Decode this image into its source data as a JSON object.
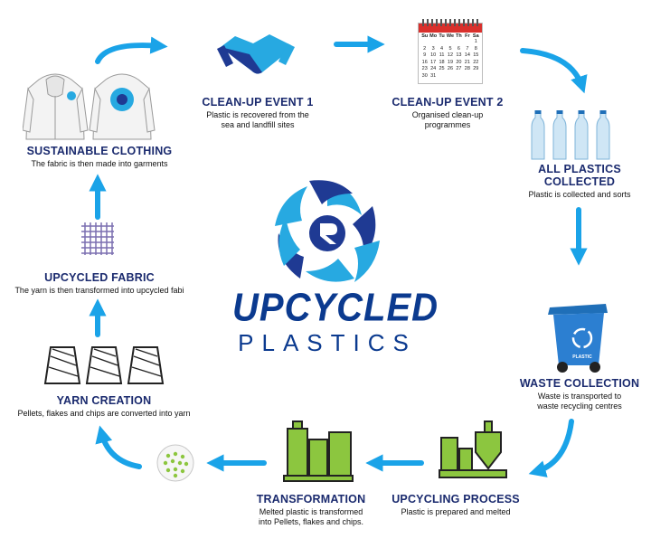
{
  "logo": {
    "word1": "UPCYCLED",
    "word2": "PLASTICS"
  },
  "calendar": {
    "days": [
      "Su",
      "Mo",
      "Tu",
      "We",
      "Th",
      "Fr",
      "Sa"
    ],
    "dates": [
      "1",
      "2",
      "3",
      "4",
      "5",
      "6",
      "7",
      "8",
      "9",
      "10",
      "11",
      "12",
      "13",
      "14",
      "15",
      "16",
      "17",
      "18",
      "19",
      "20",
      "21",
      "22",
      "23",
      "24",
      "25",
      "26",
      "27",
      "28",
      "29",
      "30",
      "31"
    ]
  },
  "bin": {
    "label": "PLASTIC"
  },
  "steps": {
    "cleanup1": {
      "title": "CLEAN-UP EVENT 1",
      "desc_lines": [
        "Plastic is recovered from the",
        "sea and landfill sites"
      ]
    },
    "cleanup2": {
      "title": "CLEAN-UP EVENT 2",
      "desc_lines": [
        "Organised clean-up",
        "programmes"
      ]
    },
    "collected": {
      "title_lines": [
        "ALL PLASTICS",
        "COLLECTED"
      ],
      "desc_lines": [
        "Plastic is collected and sorts"
      ]
    },
    "waste": {
      "title": "WASTE COLLECTION",
      "desc_lines": [
        "Waste is transported to",
        "waste recycling centres"
      ]
    },
    "upcycling": {
      "title": "UPCYCLING PROCESS",
      "desc_lines": [
        "Plastic is prepared and melted"
      ]
    },
    "transformation": {
      "title": "TRANSFORMATION",
      "desc_lines": [
        "Melted plastic is transformed",
        "into Pellets, flakes and chips."
      ]
    },
    "yarn": {
      "title": "YARN CREATION",
      "desc_lines": [
        "Pellets, flakes and chips are converted into yarn"
      ]
    },
    "fabric": {
      "title": "UPCYCLED FABRIC",
      "desc_lines": [
        "The yarn is then transformed into upcycled fabi"
      ]
    },
    "clothing": {
      "title": "SUSTAINABLE CLOTHING",
      "desc_lines": [
        "The fabric is then made into garments"
      ]
    }
  },
  "colors": {
    "arrow": "#1aa3e8",
    "title": "#1a2a6e",
    "green": "#8cc63f",
    "navy": "#1f3a93",
    "light_blue": "#27a9e1"
  }
}
